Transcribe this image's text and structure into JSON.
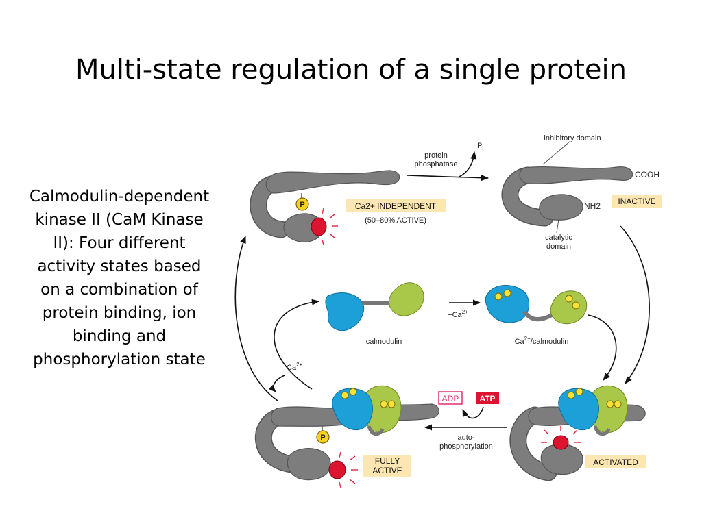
{
  "slide": {
    "title": "Multi-state regulation of a single protein",
    "description": "Calmodulin-dependent kinase II (CaM Kinase II): Four different activity states based on a combination of protein binding, ion binding and phosphorylation state"
  },
  "diagram": {
    "labels": {
      "protein_phosphatase": "protein\nphosphatase",
      "pi": "Pi",
      "inhibitory_domain": "inhibitory domain",
      "cooh": "COOH",
      "nh2": "NH2",
      "catalytic_domain": "catalytic\ndomain",
      "calmodulin": "calmodulin",
      "ca_calmodulin": "Ca2+/calmodulin",
      "plus_ca": "+Ca2+",
      "ca_release": "Ca2+",
      "adp": "ADP",
      "atp": "ATP",
      "autophosphorylation": "auto-\nphosphorylation",
      "p": "P"
    },
    "states": {
      "ca_independent": "Ca2+ INDEPENDENT",
      "ca_independent_sub": "(50–80% ACTIVE)",
      "inactive": "INACTIVE",
      "fully_active": "FULLY\nACTIVE",
      "activated": "ACTIVATED"
    },
    "colors": {
      "protein": "#7d7d7d",
      "calmodulin_blue": "#1da0d8",
      "calmodulin_green": "#a9c84a",
      "calcium": "#f7e23a",
      "phosphate": "#f7d21a",
      "active_site": "#dc1430",
      "state_box": "#fce7b3",
      "adp_outline": "#e0306a",
      "atp_fill": "#dc1430"
    }
  }
}
